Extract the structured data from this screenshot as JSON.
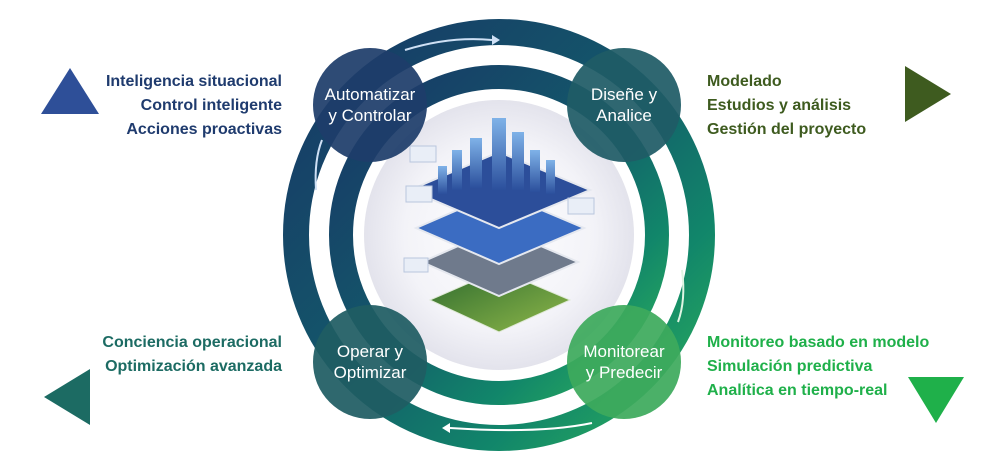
{
  "cycle": {
    "nodes": [
      {
        "line1": "Automatizar",
        "line2": "y Controlar"
      },
      {
        "line1": "Diseñe y",
        "line2": "Analice"
      },
      {
        "line1": "Operar y",
        "line2": "Optimizar"
      },
      {
        "line1": "Monitorear",
        "line2": "y Predecir"
      }
    ]
  },
  "side_text": {
    "top_left": [
      "Inteligencia situacional",
      "Control inteligente",
      "Acciones proactivas"
    ],
    "top_right": [
      "Modelado",
      "Estudios y análisis",
      "Gestión del proyecto"
    ],
    "bottom_left": [
      "Conciencia operacional",
      "Optimización avanzada"
    ],
    "bottom_right": [
      "Monitoreo basado en modelo",
      "Simulación predictiva",
      "Analítica en tiempo-real"
    ]
  },
  "colors": {
    "navy": "#1f3b6e",
    "dark_green": "#3e5b1f",
    "teal": "#1c6b63",
    "bright_green": "#1fb04a"
  },
  "icons": {
    "top_left": "triangle-up-icon",
    "top_right": "triangle-right-icon",
    "bottom_left": "triangle-left-icon",
    "bottom_right": "triangle-down-icon"
  }
}
